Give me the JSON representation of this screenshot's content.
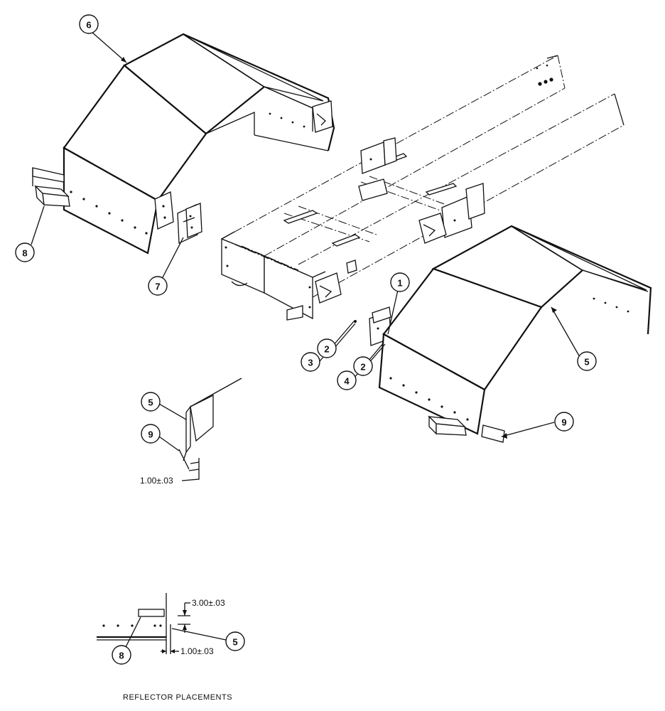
{
  "balloons": [
    {
      "id": "b6",
      "label": "6"
    },
    {
      "id": "b8a",
      "label": "8"
    },
    {
      "id": "b7",
      "label": "7"
    },
    {
      "id": "b1",
      "label": "1"
    },
    {
      "id": "b3",
      "label": "3"
    },
    {
      "id": "b2a",
      "label": "2"
    },
    {
      "id": "b4",
      "label": "4"
    },
    {
      "id": "b2b",
      "label": "2"
    },
    {
      "id": "b5a",
      "label": "5"
    },
    {
      "id": "b9a",
      "label": "9"
    },
    {
      "id": "b5b",
      "label": "5"
    },
    {
      "id": "b9b",
      "label": "9"
    },
    {
      "id": "b8b",
      "label": "8"
    },
    {
      "id": "b5c",
      "label": "5"
    }
  ],
  "dimensions": {
    "detail_gap": "1.00±.03",
    "reflector_height": "3.00±.03",
    "reflector_offset": "1.00±.03"
  },
  "caption": "REFLECTOR  PLACEMENTS"
}
